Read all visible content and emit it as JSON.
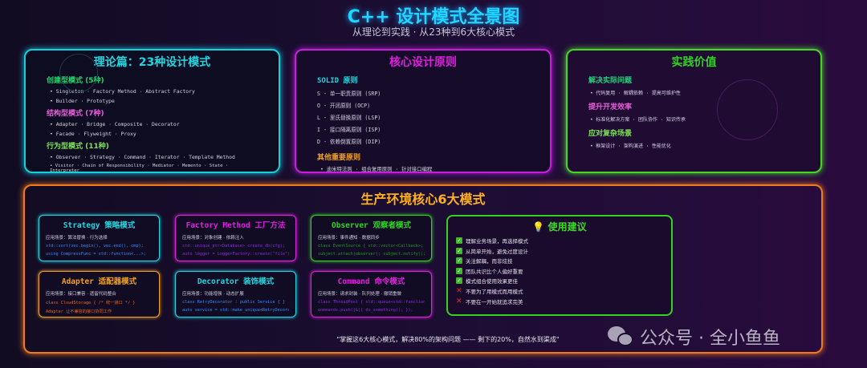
{
  "header": {
    "title": "C++ 设计模式全景图",
    "subtitle": "从理论到实践 · 从23种到6大核心模式"
  },
  "theory": {
    "title": "理论篇：23种设计模式",
    "groups": [
      {
        "name": "创建型模式 (5种)",
        "color": "#1fd66a",
        "lines": [
          "• Singleton · Factory Method · Abstract Factory",
          "• Builder · Prototype"
        ]
      },
      {
        "name": "结构型模式 (7种)",
        "color": "#e45fd8",
        "lines": [
          "• Adapter · Bridge · Composite · Decorator",
          "• Facade · Flyweight · Proxy"
        ]
      },
      {
        "name": "行为型模式 (11种)",
        "color": "#7de05a",
        "lines": [
          "• Observer · Strategy · Command · Iterator · Template Method",
          "• Visitor · Chain of Responsibility · Mediator · Memento · State · Interpreter"
        ]
      }
    ]
  },
  "principles": {
    "title": "核心设计原则",
    "solid_title": "SOLID 原则",
    "solid": [
      "S - 单一职责原则 (SRP)",
      "O - 开闭原则 (OCP)",
      "L - 里氏替换原则 (LSP)",
      "I - 接口隔离原则 (ISP)",
      "D - 依赖倒置原则 (DIP)"
    ],
    "other_title": "其他重要原则",
    "other": "• 迪米特法则 · 组合复用原则 · 针对接口编程"
  },
  "practice": {
    "title": "实践价值",
    "groups": [
      {
        "name": "解决实际问题",
        "color": "#22d47a",
        "line": "• 代码复用 · 解耦依赖 · 提高可维护性"
      },
      {
        "name": "提升开发效率",
        "color": "#e45fd8",
        "line": "• 标准化解决方案 · 团队协作 · 知识传承"
      },
      {
        "name": "应对复杂场景",
        "color": "#7de05a",
        "line": "• 框架设计 · 架构演进 · 性能优化"
      }
    ]
  },
  "production": {
    "title": "生产环境核心6大模式",
    "cards": [
      {
        "title": "Strategy 策略模式",
        "color": "#1fd6e0",
        "usage": "应用场景：算法替换 · 行为选择",
        "code": [
          "std::sort(vec.begin(), vec.end(), cmp);",
          "using CompressFunc = std::function<...>;"
        ],
        "code_color": "#2f8fff"
      },
      {
        "title": "Factory Method 工厂方法",
        "color": "#e01ee0",
        "usage": "应用场景：对象创建 · 依赖注入",
        "code": [
          "std::unique_ptr<Database> create_db(cfg);",
          "auto logger = LoggerFactory::create(\"file\");"
        ],
        "code_color": "#8a2ad8"
      },
      {
        "title": "Observer 观察者模式",
        "color": "#2ed41e",
        "usage": "应用场景：事件通知 · 数据同步",
        "code": [
          "class EventSource { std::vector<Callback>; }",
          "subject.attach(observer); subject.notify();"
        ],
        "code_color": "#1f9a2a"
      },
      {
        "title": "Adapter 适配器模式",
        "color": "#f0a01e",
        "usage": "应用场景：接口兼容 · 遗留代码整合",
        "code": [
          "class CloudStorage { /* 统一接口 */ }",
          "Adapter 让不兼容的接口协同工作"
        ],
        "code_color": "#e8621e"
      },
      {
        "title": "Decorator 装饰模式",
        "color": "#1fd6e0",
        "usage": "应用场景：功能增强 · 动态扩展",
        "code": [
          "class RetryDecorator : public Service { }",
          "auto service = std::make_unique<RetryDecorator>(...);"
        ],
        "code_color": "#2f8fff"
      },
      {
        "title": "Command 命令模式",
        "color": "#e01ee0",
        "usage": "应用场景：请求封装 · 队列处理 · 撤销重做",
        "code": [
          "class ThreadPool { std::queue<std::function<void()>>; }",
          "commands.push([&]{ do_something(); });"
        ],
        "code_color": "#8a2ad8"
      }
    ],
    "tips": {
      "title": "使用建议",
      "icon": "lightbulb-icon",
      "items": [
        {
          "ok": true,
          "text": "理解业务场景，再选择模式"
        },
        {
          "ok": true,
          "text": "从简单开始，避免过度设计"
        },
        {
          "ok": true,
          "text": "关注解耦，而非炫技"
        },
        {
          "ok": true,
          "text": "团队共识比个人偏好重要"
        },
        {
          "ok": true,
          "text": "模式组合使用效果更佳"
        },
        {
          "ok": false,
          "text": "不要为了用模式而用模式"
        },
        {
          "ok": false,
          "text": "不要在一开始就追求完美"
        }
      ]
    },
    "quote": "\"掌握这6大核心模式，解决80%的架构问题 —— 剩下的20%，自然水到渠成\""
  },
  "watermark": "公众号 · 全小鱼鱼"
}
